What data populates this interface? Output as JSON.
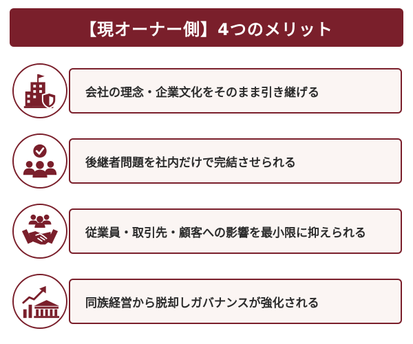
{
  "header": {
    "title": "【現オーナー側】4つのメリット"
  },
  "theme": {
    "accent": "#7a1f2b",
    "box_fill": "#fbf5f3",
    "text": "#2b2b2b"
  },
  "merits": [
    {
      "icon": "building-shield-icon",
      "text": "会社の理念・企業文化をそのまま引き継げる"
    },
    {
      "icon": "team-check-icon",
      "text": "後継者問題を社内だけで完結させられる"
    },
    {
      "icon": "handshake-people-icon",
      "text": "従業員・取引先・顧客への影響を最小限に抑えられる"
    },
    {
      "icon": "growth-chart-bank-icon",
      "text": "同族経営から脱却しガバナンスが強化される"
    }
  ]
}
